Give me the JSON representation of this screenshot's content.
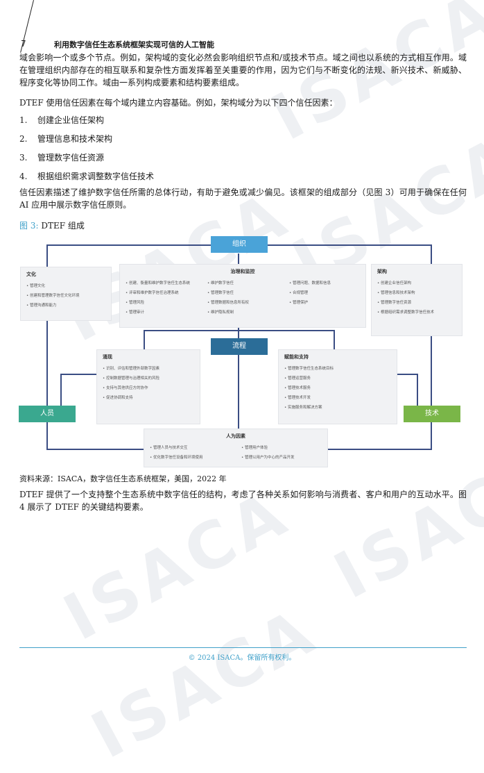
{
  "page_number": "7",
  "running_head": "利用数字信任生态系统框架实现可信的人工智能",
  "intro_paragraph": "域会影响一个或多个节点。例如，架构域的变化必然会影响组织节点和/或技术节点。域之间也以系统的方式相互作用。域在管理组织内部存在的相互联系和复杂性方面发挥着至关重要的作用，因为它们与不断变化的法规、新兴技术、新威胁、程序变化等协同工作。域由一系列构成要素和结构要素组成。",
  "trust_intro": "DTEF 使用信任因素在每个域内建立内容基础。例如，架构域分为以下四个信任因素：",
  "trust_factors": [
    {
      "num": "1.",
      "text": "创建企业信任架构"
    },
    {
      "num": "2.",
      "text": "管理信息和技术架构"
    },
    {
      "num": "3.",
      "text": "管理数字信任资源"
    },
    {
      "num": "4.",
      "text": "根据组织需求调整数字信任技术"
    }
  ],
  "factor_paragraph": "信任因素描述了维护数字信任所需的总体行动，有助于避免或减少偏见。该框架的组成部分（见图 3）可用于确保在任何 AI 应用中展示数字信任原则。",
  "figure": {
    "label": "图 3:",
    "title": "DTEF 组成",
    "org": "组织",
    "process": "流程",
    "people": "人员",
    "tech": "技术",
    "culture": {
      "title": "文化",
      "items": [
        "管理文化",
        "创建和管理数字信任文化环境",
        "管理沟通和能力"
      ]
    },
    "governance": {
      "title": "治理和监控",
      "col1": [
        "创建、衡量和维护数字信任生态系统",
        "评审和维护数字信任治理系统",
        "管理风险",
        "管理审计"
      ],
      "col2": [
        "维护数字信任",
        "管理数字信任",
        "管理数据和信息所有权",
        "维护隐私规制"
      ],
      "col3": [
        "管理问题、数据和信息",
        "合规管理",
        "管理保护"
      ]
    },
    "architecture": {
      "title": "架构",
      "items": [
        "创建企业信任架构",
        "管理信息和技术架构",
        "管理数字信任资源",
        "根据组织需求调整数字信任技术"
      ]
    },
    "emergence": {
      "title": "涌现",
      "items": [
        "识别、评估和管理外部数字因素",
        "控制数据管理与治理相关的风险",
        "支持与其他供应方的协作",
        "促进协调和支持"
      ]
    },
    "enablement": {
      "title": "赋能和支持",
      "items": [
        "管理数字信任生态系统目标",
        "管理运营服务",
        "管理技术服务",
        "管理技术开发",
        "实施服务和解决方案"
      ]
    },
    "human_factors": {
      "title": "人为因素",
      "col1": [
        "管理人员与技术交互",
        "优化数字信任设备和环境使用"
      ],
      "col2": [
        "管理用户体验",
        "管理以用户为中心的产品开发"
      ]
    }
  },
  "source": "资料来源：ISACA，数字信任生态系统框架，美国，2022 年",
  "closing_paragraph": "DTEF 提供了一个支持整个生态系统中数字信任的结构，考虑了各种关系如何影响与消费者、客户和用户的互动水平。图 4 展示了 DTEF 的关键结构要素。",
  "footer": "© 2024 ISACA。保留所有权利。",
  "watermark": "ISACA",
  "colors": {
    "accent": "#3fa0c9",
    "org_box": "#4aa3d8",
    "process_box": "#2b6d98",
    "people_box": "#3aa88f",
    "tech_box": "#7ab648",
    "line": "#3a4d83"
  }
}
